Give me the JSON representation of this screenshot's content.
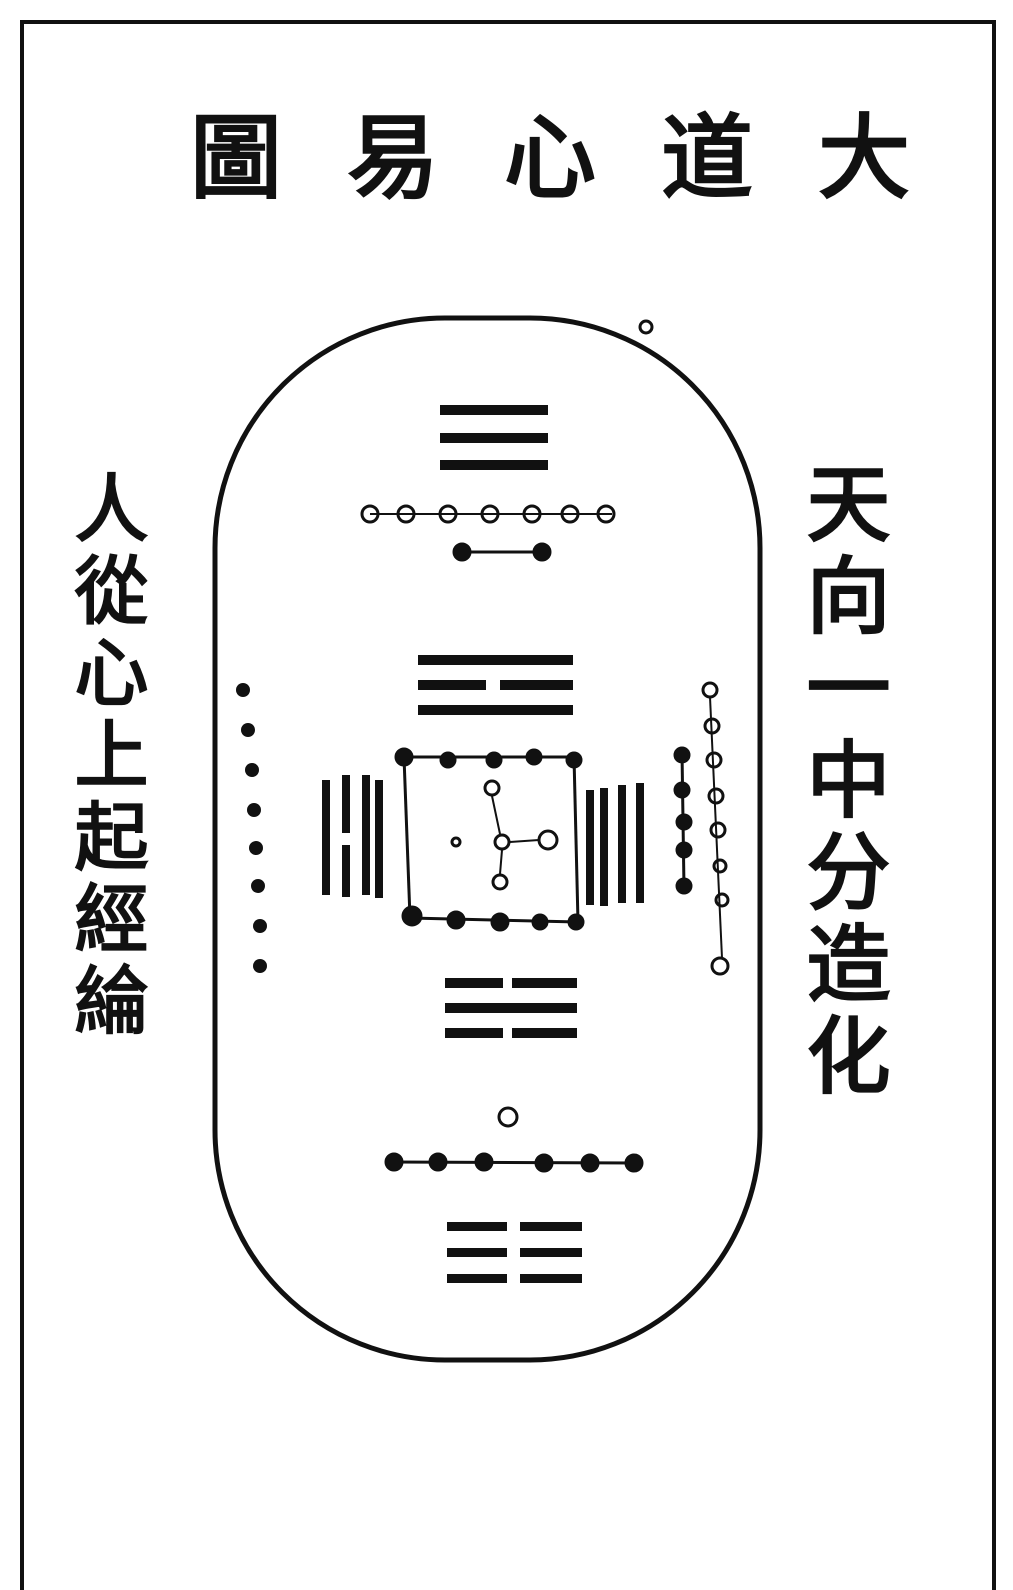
{
  "title": {
    "char_1": "大",
    "char_2": "道",
    "char_3": "心",
    "char_4": "易",
    "char_5": "圖"
  },
  "right_column": "天向一中分造化",
  "left_column": "人從心上起經綸",
  "colors": {
    "ink": "#111111",
    "paper": "#ffffff"
  }
}
